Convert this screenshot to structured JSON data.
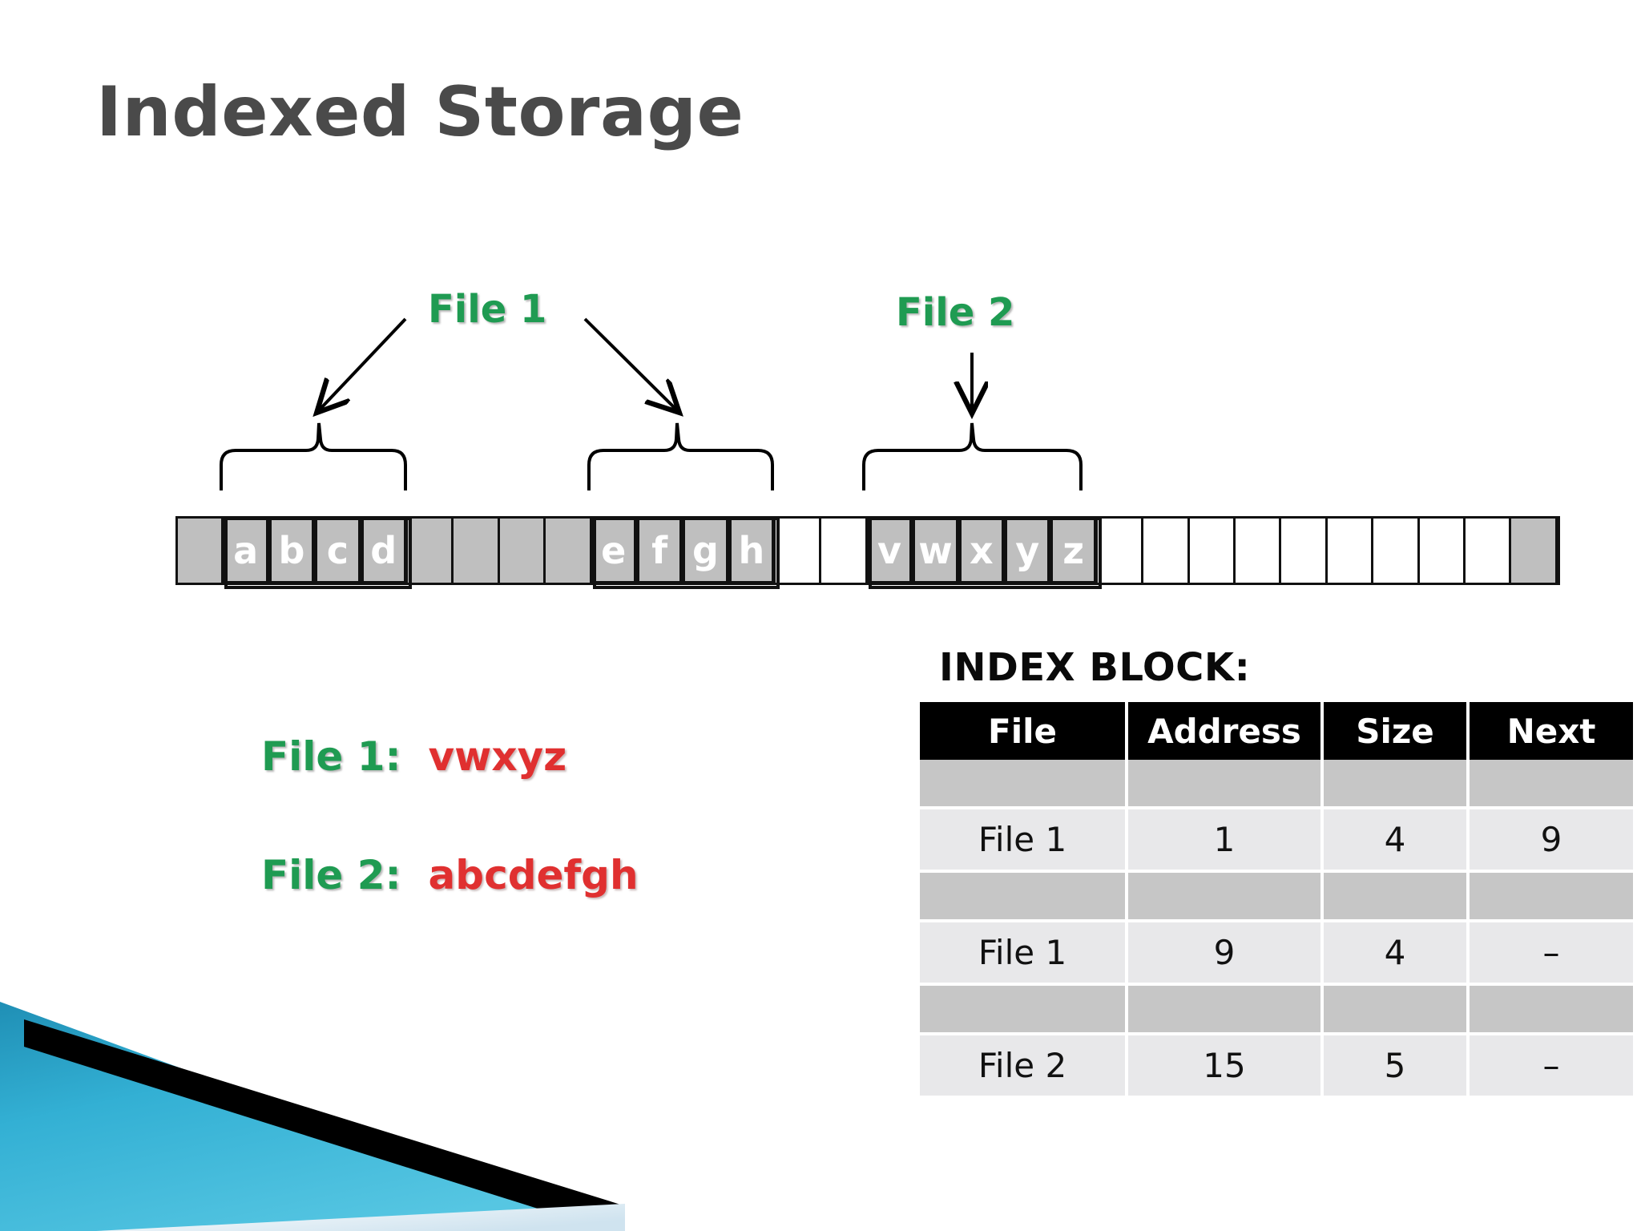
{
  "slide": {
    "title": "Indexed Storage",
    "title_color": "#4a4a4a",
    "background": "#ffffff",
    "accent_green": "#1f9b52",
    "accent_red": "#e03030",
    "accent_teal": "#2aa8cf"
  },
  "pointers": {
    "file1_label": "File 1",
    "file2_label": "File 2"
  },
  "storage": {
    "cells": [
      {
        "index": 0,
        "letter": "",
        "state": "gray",
        "group": null
      },
      {
        "index": 1,
        "letter": "a",
        "state": "gray",
        "group": "file2a"
      },
      {
        "index": 2,
        "letter": "b",
        "state": "gray",
        "group": "file2a"
      },
      {
        "index": 3,
        "letter": "c",
        "state": "gray",
        "group": "file2a"
      },
      {
        "index": 4,
        "letter": "d",
        "state": "gray",
        "group": "file2a"
      },
      {
        "index": 5,
        "letter": "",
        "state": "gray",
        "group": null
      },
      {
        "index": 6,
        "letter": "",
        "state": "gray",
        "group": null
      },
      {
        "index": 7,
        "letter": "",
        "state": "gray",
        "group": null
      },
      {
        "index": 8,
        "letter": "",
        "state": "gray",
        "group": null
      },
      {
        "index": 9,
        "letter": "e",
        "state": "gray",
        "group": "file2b"
      },
      {
        "index": 10,
        "letter": "f",
        "state": "gray",
        "group": "file2b"
      },
      {
        "index": 11,
        "letter": "g",
        "state": "gray",
        "group": "file2b"
      },
      {
        "index": 12,
        "letter": "h",
        "state": "gray",
        "group": "file2b"
      },
      {
        "index": 13,
        "letter": "",
        "state": "empty",
        "group": null
      },
      {
        "index": 14,
        "letter": "",
        "state": "empty",
        "group": null
      },
      {
        "index": 15,
        "letter": "v",
        "state": "gray",
        "group": "file1"
      },
      {
        "index": 16,
        "letter": "w",
        "state": "gray",
        "group": "file1"
      },
      {
        "index": 17,
        "letter": "x",
        "state": "gray",
        "group": "file1"
      },
      {
        "index": 18,
        "letter": "y",
        "state": "gray",
        "group": "file1"
      },
      {
        "index": 19,
        "letter": "z",
        "state": "gray",
        "group": "file1"
      },
      {
        "index": 20,
        "letter": "",
        "state": "empty",
        "group": null
      },
      {
        "index": 21,
        "letter": "",
        "state": "empty",
        "group": null
      },
      {
        "index": 22,
        "letter": "",
        "state": "empty",
        "group": null
      },
      {
        "index": 23,
        "letter": "",
        "state": "empty",
        "group": null
      },
      {
        "index": 24,
        "letter": "",
        "state": "empty",
        "group": null
      },
      {
        "index": 25,
        "letter": "",
        "state": "empty",
        "group": null
      },
      {
        "index": 26,
        "letter": "",
        "state": "empty",
        "group": null
      },
      {
        "index": 27,
        "letter": "",
        "state": "empty",
        "group": null
      },
      {
        "index": 28,
        "letter": "",
        "state": "empty",
        "group": null
      },
      {
        "index": 29,
        "letter": "",
        "state": "gray",
        "group": null
      }
    ]
  },
  "file_listing": [
    {
      "name": "File 1:",
      "contents": "vwxyz"
    },
    {
      "name": "File 2:",
      "contents": "abcdefgh"
    }
  ],
  "index_block": {
    "title": "INDEX BLOCK:",
    "columns": [
      "File",
      "Address",
      "Size",
      "Next"
    ],
    "rows": [
      {
        "file": "",
        "address": "",
        "size": "",
        "next": "",
        "blank": true
      },
      {
        "file": "File 1",
        "address": "1",
        "size": "4",
        "next": "9",
        "blank": false
      },
      {
        "file": "",
        "address": "",
        "size": "",
        "next": "",
        "blank": true
      },
      {
        "file": "File 1",
        "address": "9",
        "size": "4",
        "next": "–",
        "blank": false
      },
      {
        "file": "",
        "address": "",
        "size": "",
        "next": "",
        "blank": true
      },
      {
        "file": "File 2",
        "address": "15",
        "size": "5",
        "next": "–",
        "blank": false
      }
    ]
  },
  "chart_data": {
    "type": "table",
    "title": "INDEX BLOCK:",
    "columns": [
      "File",
      "Address",
      "Size",
      "Next"
    ],
    "values": [
      [
        "File 1",
        "1",
        "4",
        "9"
      ],
      [
        "File 1",
        "9",
        "4",
        "–"
      ],
      [
        "File 2",
        "15",
        "5",
        "–"
      ]
    ]
  }
}
